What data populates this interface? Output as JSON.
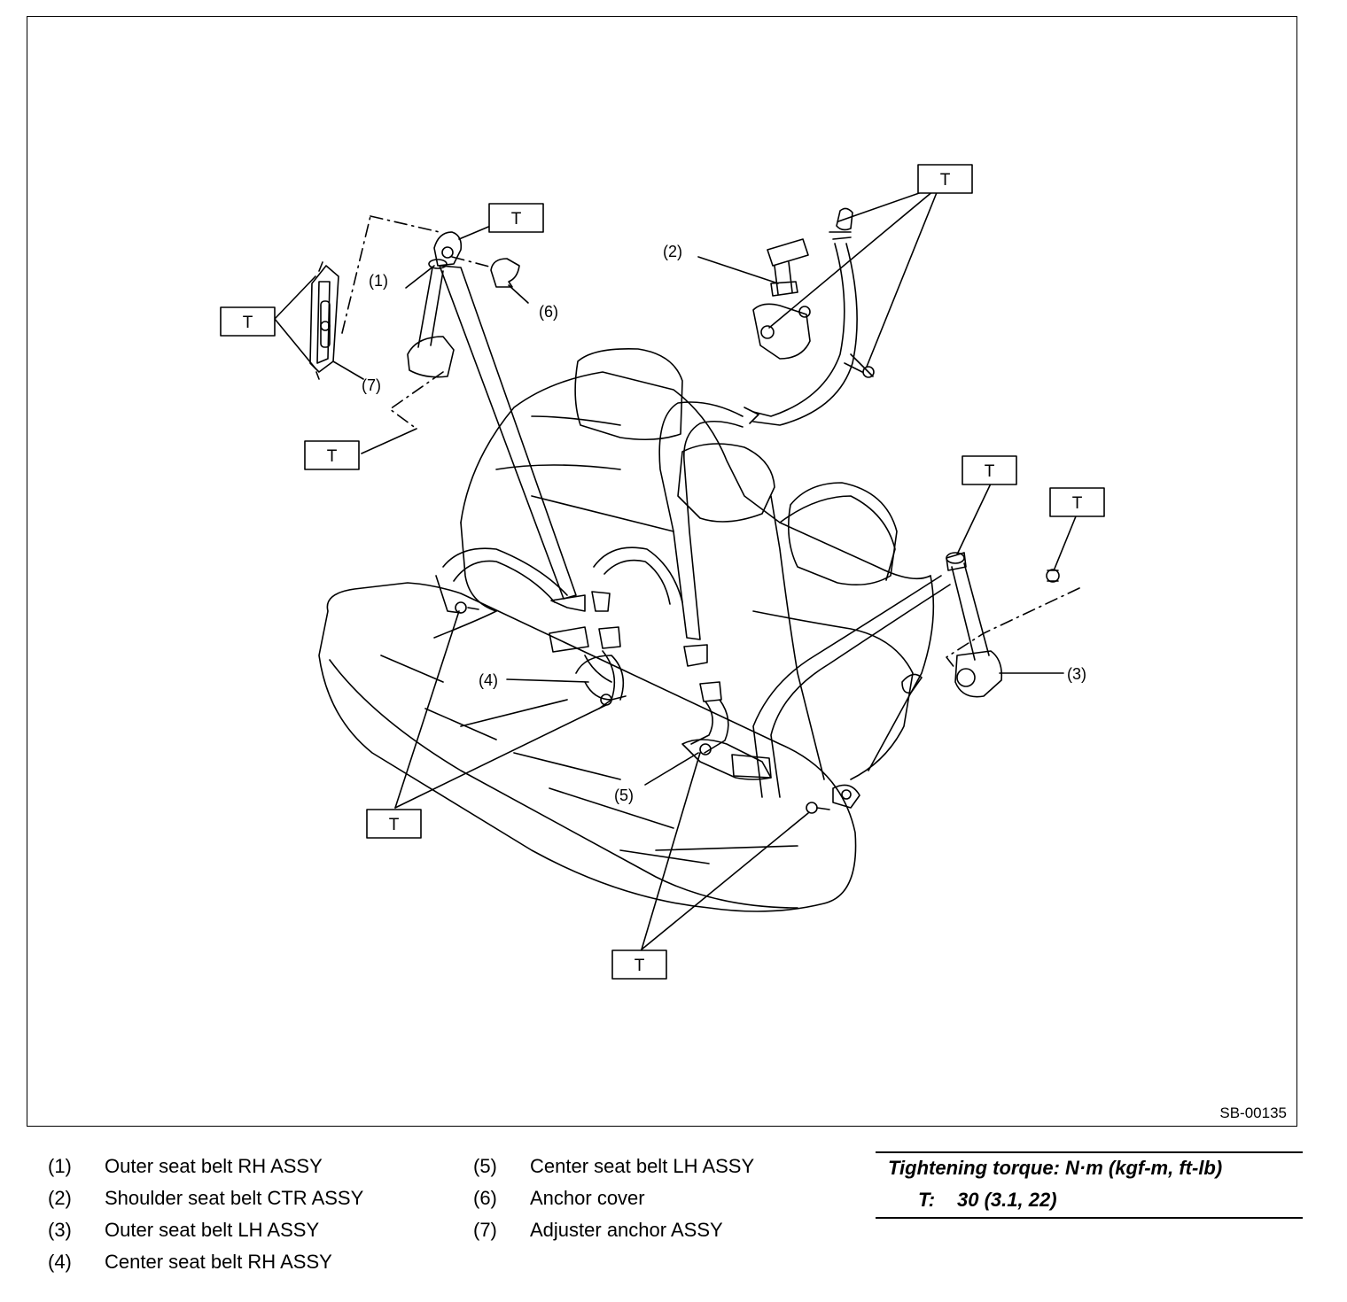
{
  "figure": {
    "code": "SB-00135",
    "torque_marker": "T",
    "callouts": {
      "c1": "(1)",
      "c2": "(2)",
      "c3": "(3)",
      "c4": "(4)",
      "c5": "(5)",
      "c6": "(6)",
      "c7": "(7)"
    }
  },
  "legend": {
    "left": [
      {
        "num": "(1)",
        "text": "Outer seat belt RH ASSY"
      },
      {
        "num": "(2)",
        "text": "Shoulder seat belt CTR ASSY"
      },
      {
        "num": "(3)",
        "text": "Outer seat belt LH ASSY"
      },
      {
        "num": "(4)",
        "text": "Center seat belt RH ASSY"
      }
    ],
    "right": [
      {
        "num": "(5)",
        "text": "Center seat belt LH ASSY"
      },
      {
        "num": "(6)",
        "text": "Anchor cover"
      },
      {
        "num": "(7)",
        "text": "Adjuster anchor ASSY"
      }
    ]
  },
  "torque": {
    "title": "Tightening torque: N·m (kgf-m, ft-lb)",
    "label": "T:",
    "value": "30 (3.1, 22)"
  }
}
